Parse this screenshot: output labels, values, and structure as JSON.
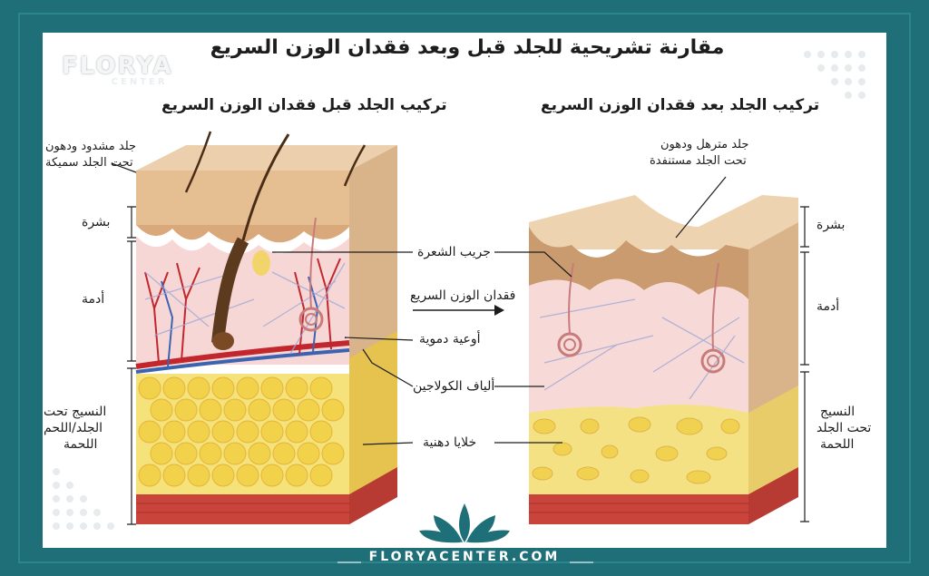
{
  "title": "مقارنة تشريحية للجلد قبل وبعد فقدان الوزن السريع",
  "logo": {
    "main": "FLORYA",
    "sub": "CENTER"
  },
  "website": "FLORYACENTER.COM",
  "left_panel": {
    "heading": "تركيب الجلد قبل فقدان الوزن السريع",
    "note_line1": "جلد مشدود ودهون",
    "note_line2": "تحت الجلد سميكة",
    "layer_epidermis": "بشرة",
    "layer_dermis": "أدمة",
    "layer_subq_line1": "النسيج تحت",
    "layer_subq_line2": "الجلد/اللحم",
    "layer_subq_line3": "اللحمة"
  },
  "right_panel": {
    "heading": "تركيب الجلد بعد فقدان الوزن السريع",
    "note_line1": "جلد مترهل ودهون",
    "note_line2": "تحت الجلد مستنفدة",
    "layer_epidermis": "بشرة",
    "layer_dermis": "أدمة",
    "layer_subq_line1": "النسيج",
    "layer_subq_line2": "تحت الجلد",
    "layer_subq_line3": "اللحمة"
  },
  "center_labels": {
    "hair_follicle": "جريب الشعرة",
    "weight_loss": "فقدان الوزن السريع",
    "blood_vessels": "أوعية دموية",
    "collagen": "ألياف الكولاجين",
    "fat_cells": "خلايا دهنية"
  },
  "colors": {
    "frame": "#1f6f78",
    "epidermis": "#e7c8a0",
    "dermis": "#f6d3d2",
    "fat": "#f3dd73",
    "muscle": "#c9443b",
    "vessel_red": "#c2272d",
    "vessel_blue": "#3c63b0"
  }
}
